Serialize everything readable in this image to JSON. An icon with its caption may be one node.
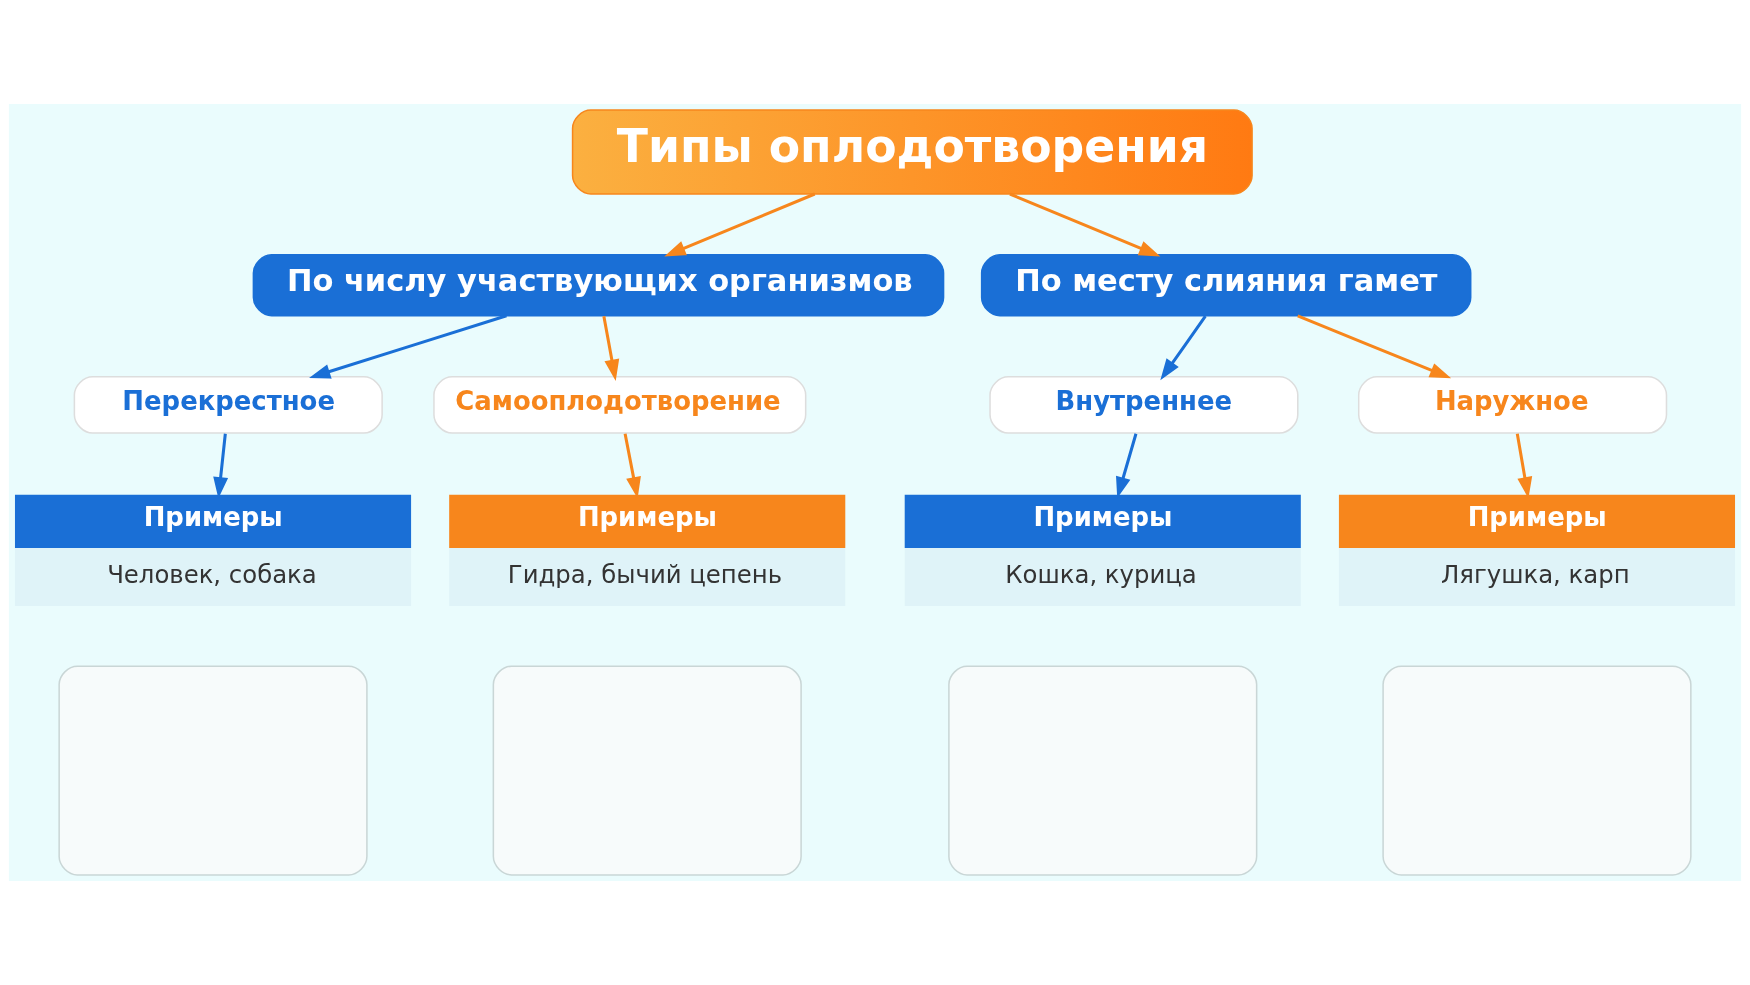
{
  "diagram": {
    "nodes": [
      {
        "text": [
          "Типы оплодотворения"
        ]
      },
      {
        "text": [
          "По числу участвующих организмов"
        ]
      },
      {
        "text": [
          "По месту слияния гамет"
        ]
      },
      {
        "text": [
          "Перекрестное"
        ]
      },
      {
        "text": [
          "Самооплодотворение"
        ]
      },
      {
        "text": [
          "Внутреннее"
        ]
      },
      {
        "text": [
          "Наружное"
        ]
      },
      {
        "text": [
          "Примеры",
          "Человек, собака"
        ]
      },
      {
        "text": [
          "Примеры",
          "Гидра, бычий цепень"
        ]
      },
      {
        "text": [
          "Примеры",
          "Кошка, курица"
        ]
      },
      {
        "text": [
          "Примеры",
          "Лягушка, карп"
        ]
      },
      {
        "text": [],
        "shape": "box"
      },
      {
        "text": [],
        "shape": "box"
      },
      {
        "text": [],
        "shape": "box"
      },
      {
        "text": [],
        "shape": "box"
      }
    ],
    "edges": [
      {
        "from": 0,
        "to": 1,
        "arrow": "to",
        "color": "#f7861c"
      },
      {
        "from": 0,
        "to": 2,
        "arrow": "to",
        "color": "#f7861c"
      },
      {
        "from": 1,
        "to": 3,
        "arrow": "to",
        "color": "#1a6fd6"
      },
      {
        "from": 1,
        "to": 4,
        "arrow": "to",
        "color": "#f7861c"
      },
      {
        "from": 2,
        "to": 5,
        "arrow": "to",
        "color": "#1a6fd6"
      },
      {
        "from": 2,
        "to": 6,
        "arrow": "to",
        "color": "#f7861c"
      },
      {
        "from": 3,
        "to": 7,
        "arrow": "to",
        "color": "#1a6fd6"
      },
      {
        "from": 4,
        "to": 8,
        "arrow": "to",
        "color": "#f7861c"
      },
      {
        "from": 5,
        "to": 9,
        "arrow": "to",
        "color": "#1a6fd6"
      },
      {
        "from": 6,
        "to": 10,
        "arrow": "to",
        "color": "#f7861c"
      }
    ]
  }
}
